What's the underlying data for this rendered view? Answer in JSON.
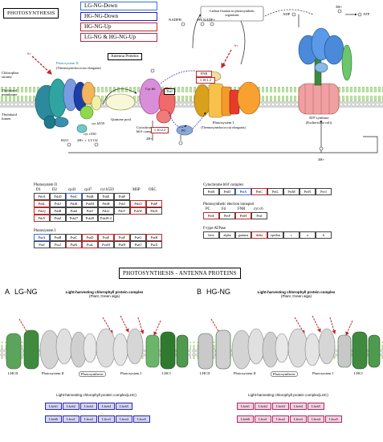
{
  "main_title": "PHOTOSYNTHESIS",
  "legend": [
    {
      "label": "LG-NG-Down",
      "color": "#3b6fd8"
    },
    {
      "label": "HG-NG-Down",
      "color": "#1c24c8"
    },
    {
      "label": "HG-NG-Up",
      "color": "#c0282a"
    },
    {
      "label": "LG-NG & HG-NG-Up",
      "color": "#b0284a"
    }
  ],
  "top_labels": {
    "hv1": "hv",
    "hv2": "hv",
    "photosystem2": "Photosystem II",
    "ps2_organism": "(Thermosynechococcus elongatus)",
    "antenna": "Antenna Proteins",
    "chloroplast_stroma": "Chloroplast stroma",
    "thylakoid_membrane": "Thylakoid membrane",
    "thylakoid_lumen": "Thylakoid lumen",
    "carbon_fixation": "Carbon fixation in photosynthetic organisms",
    "nadph": "NADPH",
    "hplus_nadp": "H+ NADP+",
    "adp": "ADP",
    "atp": "ATP",
    "hplus3": "3H+",
    "quinone_pool": "Quinone pool",
    "cytb6f": "Cytochrome b6/f complex",
    "ps1": "Photosystem I",
    "ps1_organism": "(Thermosynechococcus elongatus)",
    "atp_synthase": "ATP synthase",
    "atp_organism": "(Escherichia coli)",
    "water": "H2O",
    "o2": "2H+ + 1/2 O2",
    "hplus2": "2H+",
    "pc": "PC",
    "cytc550": "cyt c550",
    "cytb559": "cyt b559",
    "fnr": "FNR",
    "fnr_num": "1.18.1.2",
    "petj": "PetJ",
    "cyt_ec": "1.10.2.2",
    "cytb6": "Cyt b6",
    "hplus_bottom": "3H+"
  },
  "ps2_table": {
    "header": "Photosystem II",
    "col_labels": [
      "D1",
      "D2",
      "cp43",
      "cp47",
      "cyt b559",
      "",
      "MSP",
      "OEC"
    ],
    "rows": [
      [
        {
          "t": "PsbA",
          "s": ""
        },
        {
          "t": "PsbD",
          "s": ""
        },
        {
          "t": "PsbC",
          "s": "blue"
        },
        {
          "t": "PsbB",
          "s": ""
        },
        {
          "t": "PsbE",
          "s": ""
        },
        {
          "t": "PsbF",
          "s": ""
        }
      ],
      [
        {
          "t": "PsbL",
          "s": "red"
        },
        {
          "t": "PsbJ",
          "s": ""
        },
        {
          "t": "PsbK",
          "s": ""
        },
        {
          "t": "PsbM",
          "s": ""
        },
        {
          "t": "PsbH",
          "s": ""
        },
        {
          "t": "PsbI",
          "s": ""
        },
        {
          "t": "PsbO",
          "s": "red"
        },
        {
          "t": "PsbP",
          "s": "red"
        }
      ],
      [
        {
          "t": "PsbQ",
          "s": "red"
        },
        {
          "t": "PsbR",
          "s": ""
        },
        {
          "t": "PsbS",
          "s": ""
        },
        {
          "t": "PsbT",
          "s": ""
        },
        {
          "t": "PsbU",
          "s": ""
        },
        {
          "t": "PsbV",
          "s": ""
        },
        {
          "t": "PsbW",
          "s": "red"
        },
        {
          "t": "PsbX",
          "s": ""
        }
      ],
      [
        {
          "t": "PsbY",
          "s": "red"
        },
        {
          "t": "PsbZ",
          "s": ""
        },
        {
          "t": "Psb27",
          "s": ""
        },
        {
          "t": "Psb28",
          "s": ""
        },
        {
          "t": "Psb28-2",
          "s": ""
        }
      ]
    ]
  },
  "ps1_table": {
    "header": "Photosystem I",
    "rows": [
      [
        {
          "t": "PsaA",
          "s": "blue"
        },
        {
          "t": "PsaB",
          "s": ""
        },
        {
          "t": "PsaC",
          "s": ""
        },
        {
          "t": "PsaD",
          "s": "red"
        },
        {
          "t": "PsaE",
          "s": "red"
        },
        {
          "t": "PsaF",
          "s": "red"
        },
        {
          "t": "PsaG",
          "s": ""
        },
        {
          "t": "PsaH",
          "s": "red"
        }
      ],
      [
        {
          "t": "PsaI",
          "s": ""
        },
        {
          "t": "PsaJ",
          "s": ""
        },
        {
          "t": "PsaK",
          "s": "red"
        },
        {
          "t": "PsaL",
          "s": "red"
        },
        {
          "t": "PsaM",
          "s": ""
        },
        {
          "t": "PsaN",
          "s": ""
        },
        {
          "t": "PsaO",
          "s": ""
        },
        {
          "t": "PsaX",
          "s": ""
        }
      ]
    ]
  },
  "cyt_table": {
    "header": "Cytochrome b6/f complex",
    "rows": [
      [
        {
          "t": "PetB",
          "s": ""
        },
        {
          "t": "PetD",
          "s": ""
        },
        {
          "t": "PetA",
          "s": "blue"
        },
        {
          "t": "PetC",
          "s": "red"
        },
        {
          "t": "PetL",
          "s": ""
        },
        {
          "t": "PetM",
          "s": ""
        },
        {
          "t": "PetN",
          "s": ""
        },
        {
          "t": "Pet3",
          "s": ""
        }
      ]
    ]
  },
  "pet_table": {
    "header": "Photosynthetic electron transport",
    "col_labels": [
      "PC",
      "Fd",
      "FNR",
      "cyt c6"
    ],
    "rows": [
      [
        {
          "t": "PetE",
          "s": "red"
        },
        {
          "t": "PetF",
          "s": ""
        },
        {
          "t": "PetH",
          "s": "red"
        },
        {
          "t": "PetJ",
          "s": ""
        }
      ]
    ]
  },
  "atp_table": {
    "header": "F-type ATPase",
    "rows": [
      [
        {
          "t": "beta",
          "s": ""
        },
        {
          "t": "alpha",
          "s": ""
        },
        {
          "t": "gamma",
          "s": ""
        },
        {
          "t": "delta",
          "s": "red"
        },
        {
          "t": "epsilon",
          "s": ""
        },
        {
          "t": "c",
          "s": ""
        },
        {
          "t": "a",
          "s": ""
        },
        {
          "t": "b",
          "s": ""
        }
      ]
    ]
  },
  "antenna_title": "PHOTOSYNTHESIS - ANTENNA PROTEINS",
  "panel_a": {
    "tag": "A",
    "title": "LG-NG",
    "complex_title": "Light-harvesting chlorophyll protein complex",
    "complex_sub": "(Plant, Green alga)",
    "lhcii": "LHCII",
    "ps2": "Photosystem II",
    "ps": "Photosynthesis",
    "ps1": "Photosystem I",
    "lhci": "LHCI",
    "bottom_title": "Light-harvesting chlorophyll protein complex(LHC)",
    "row1": [
      "Lhcb1",
      "Lhcb2",
      "Lhcb3",
      "Lhcb4",
      "Lhcb5"
    ],
    "row2": [
      "Lhcb6",
      "Lhca1",
      "Lhca2",
      "Lhca3",
      "Lhca4",
      "Lhca5"
    ]
  },
  "panel_b": {
    "tag": "B",
    "title": "HG-NG",
    "complex_title": "Light-harvesting chlorophyll protein complex",
    "complex_sub": "(Plant, Green alga)",
    "lhcii": "LHCII",
    "ps2": "Photosystem II",
    "ps": "Photosynthesis",
    "ps1": "Photosystem I",
    "lhci": "LHCI",
    "bottom_title": "Light-harvesting chlorophyll protein complex(LHC)",
    "row1": [
      "Lhcb1",
      "Lhcb2",
      "Lhcb3",
      "Lhcb4",
      "Lhcb5"
    ],
    "row2": [
      "Lhcb6",
      "Lhca1",
      "Lhca2",
      "Lhca3",
      "Lhca4",
      "Lhca5"
    ]
  }
}
